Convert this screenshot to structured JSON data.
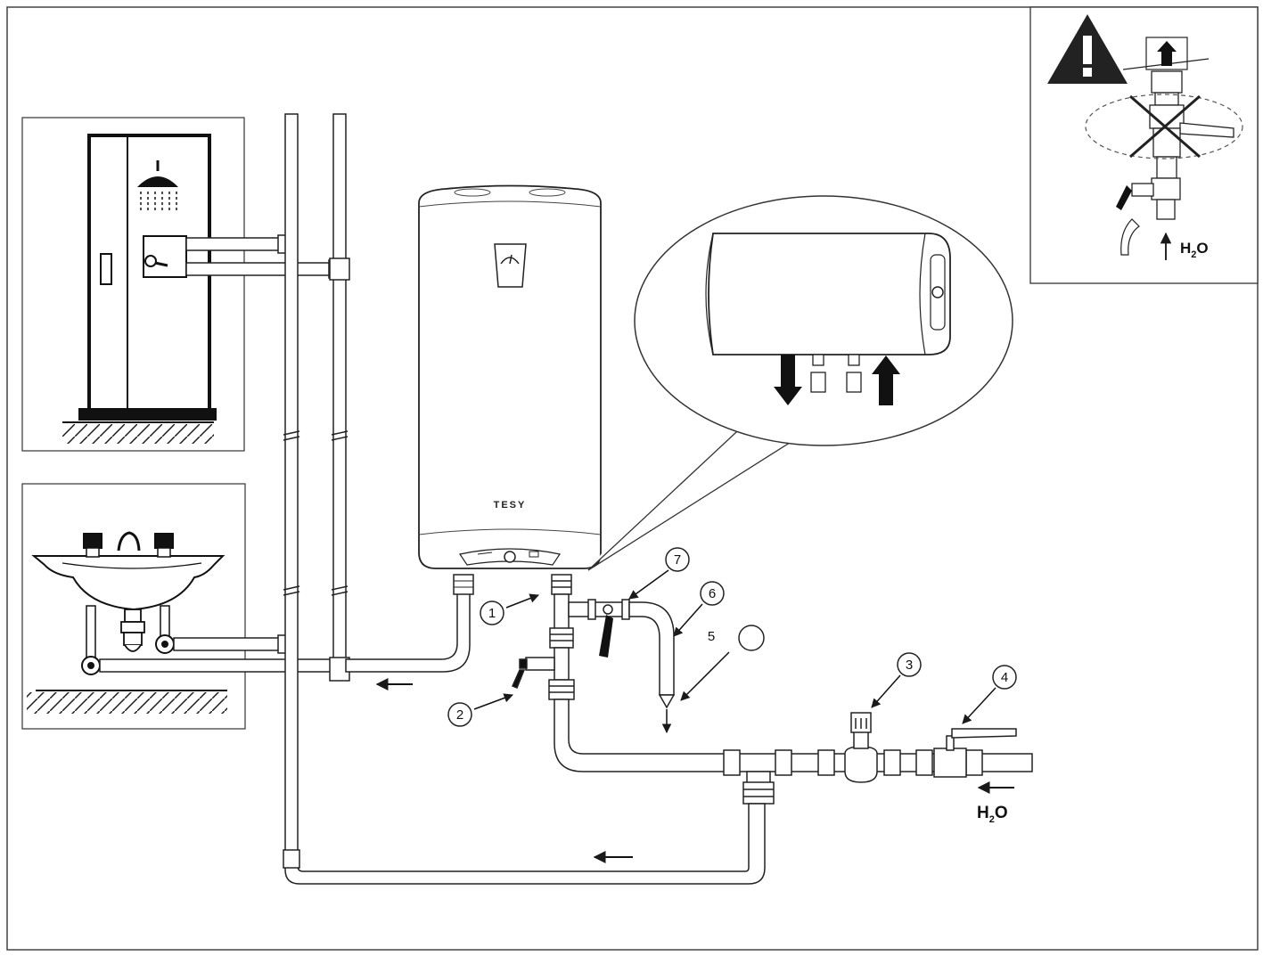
{
  "heater": {
    "brand": "TESY"
  },
  "callouts": [
    {
      "id": "1",
      "label": "1"
    },
    {
      "id": "2",
      "label": "2"
    },
    {
      "id": "3",
      "label": "3"
    },
    {
      "id": "4",
      "label": "4"
    },
    {
      "id": "5",
      "label": "5"
    },
    {
      "id": "6",
      "label": "6"
    },
    {
      "id": "7",
      "label": "7"
    }
  ],
  "water_inlet": {
    "label_main": "H",
    "label_sub": "2",
    "label_end": "O"
  },
  "warning_inset": {
    "label_main": "H",
    "label_sub": "2",
    "label_end": "O",
    "icon": "warning-triangle-icon"
  },
  "colors": {
    "line": "#1a1a1a",
    "pipe_fill": "#ffffff",
    "dark": "#222222"
  }
}
